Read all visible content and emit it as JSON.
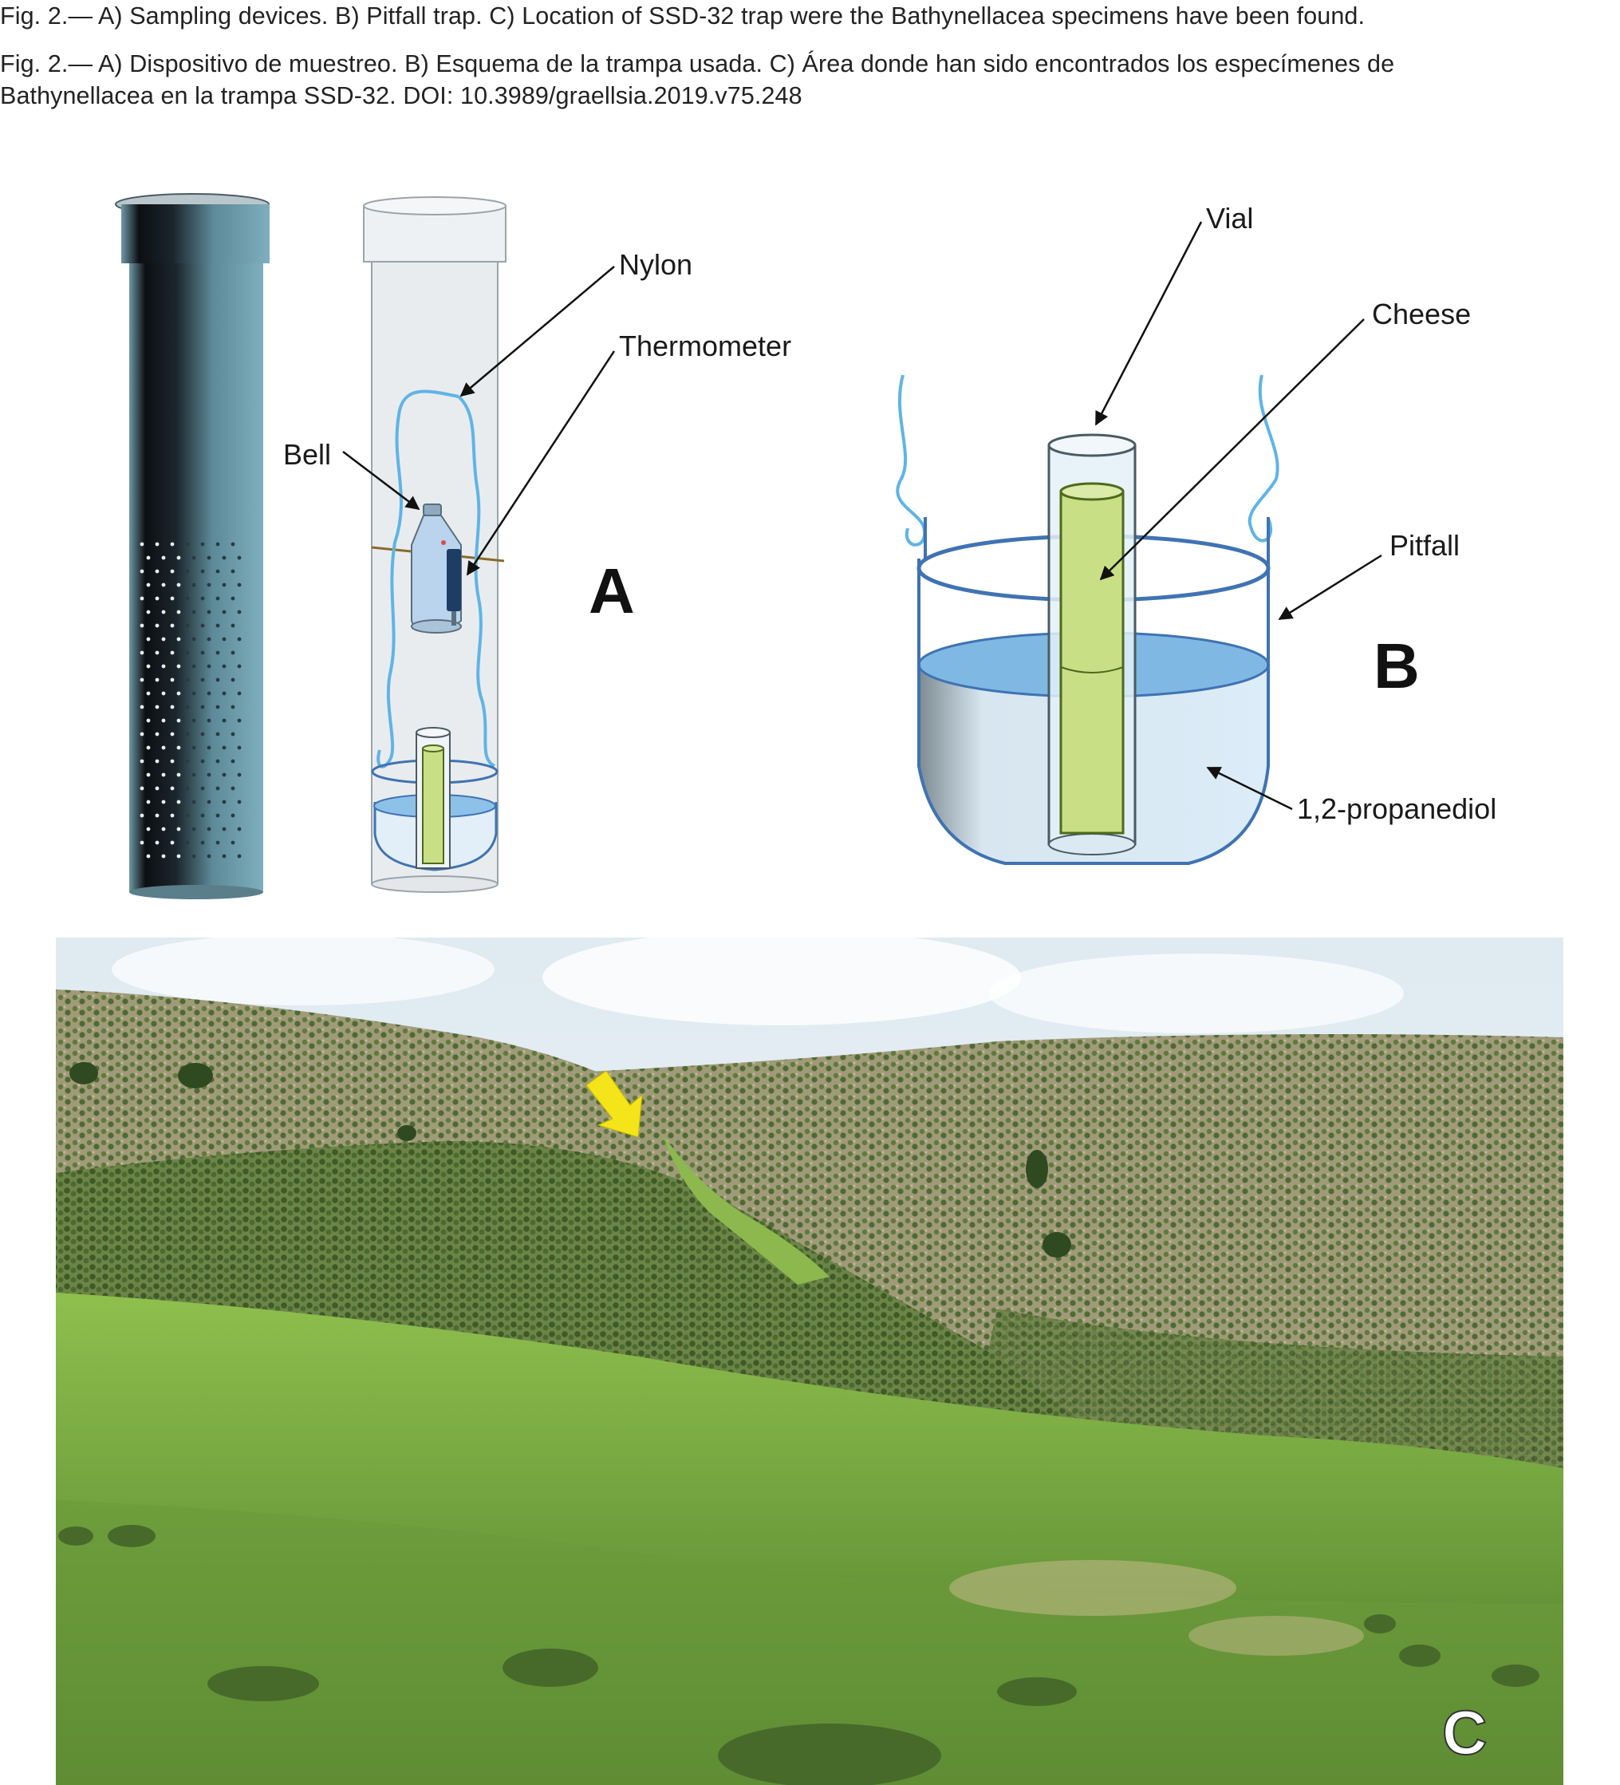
{
  "caption": {
    "english": "Fig. 2.— A) Sampling devices. B) Pitfall trap. C) Location of SSD-32 trap were the Bathynellacea specimens have been found.",
    "spanish_line1": "Fig. 2.— A) Dispositivo de muestreo. B) Esquema de la trampa usada. C) Área donde han sido encontrados los especímenes de",
    "spanish_line2": "Bathynellacea en la trampa SSD-32. DOI: 10.3989/graellsia.2019.v75.248"
  },
  "panel_a": {
    "letter": "A",
    "labels": {
      "nylon": "Nylon",
      "thermometer": "Thermometer",
      "bell": "Bell"
    }
  },
  "panel_b": {
    "letter": "B",
    "labels": {
      "vial": "Vial",
      "cheese": "Cheese",
      "pitfall": "Pitfall",
      "propanediol": "1,2-propanediol"
    }
  },
  "panel_c": {
    "letter": "C"
  },
  "colors": {
    "tube_blue": "#6fa0b0",
    "nylon": "#5fb4e6",
    "liquid": "#7fb9e3",
    "cheese": "#c9df86",
    "arrow_yellow": "#f4e41a"
  }
}
